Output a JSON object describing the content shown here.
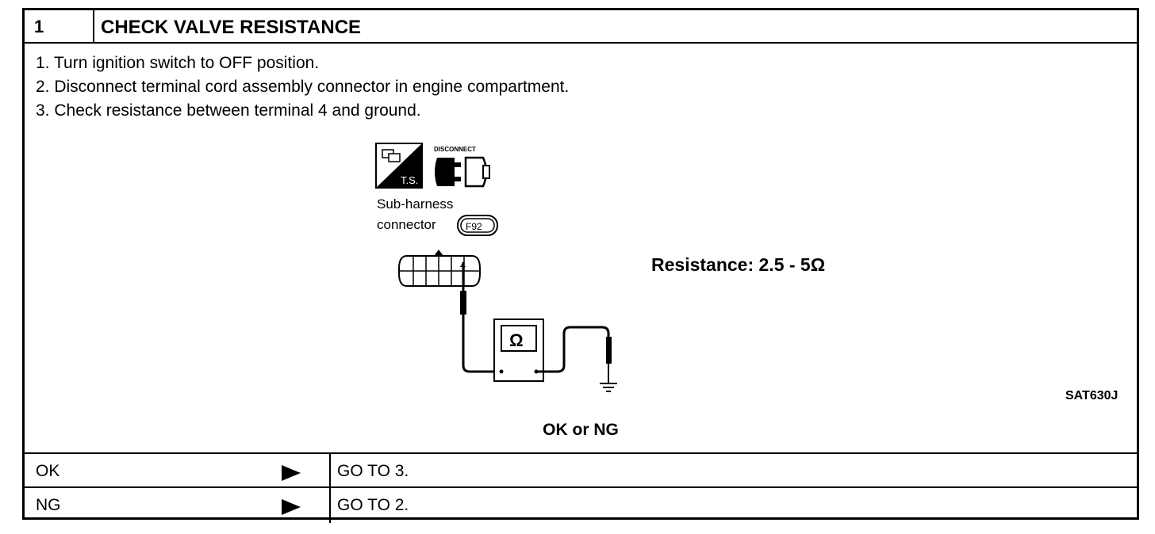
{
  "header": {
    "step_number": "1",
    "title": "CHECK VALVE RESISTANCE"
  },
  "instructions": [
    "1.  Turn ignition switch to OFF position.",
    "2.  Disconnect terminal cord assembly connector in engine compartment.",
    "3.  Check resistance between terminal 4 and ground."
  ],
  "diagram": {
    "icon_ts_label": "T.S.",
    "icon_disconnect_label": "DISCONNECT",
    "connector_caption_line1": "Sub-harness",
    "connector_caption_line2": "connector",
    "connector_code": "F92",
    "terminal_label": "4",
    "meter_symbol": "Ω",
    "spec": "Resistance: 2.5 - 5Ω",
    "figure_id": "SAT630J"
  },
  "question": "OK or NG",
  "results": [
    {
      "label": "OK",
      "action": "GO TO 3."
    },
    {
      "label": "NG",
      "action": "GO TO 2."
    }
  ]
}
